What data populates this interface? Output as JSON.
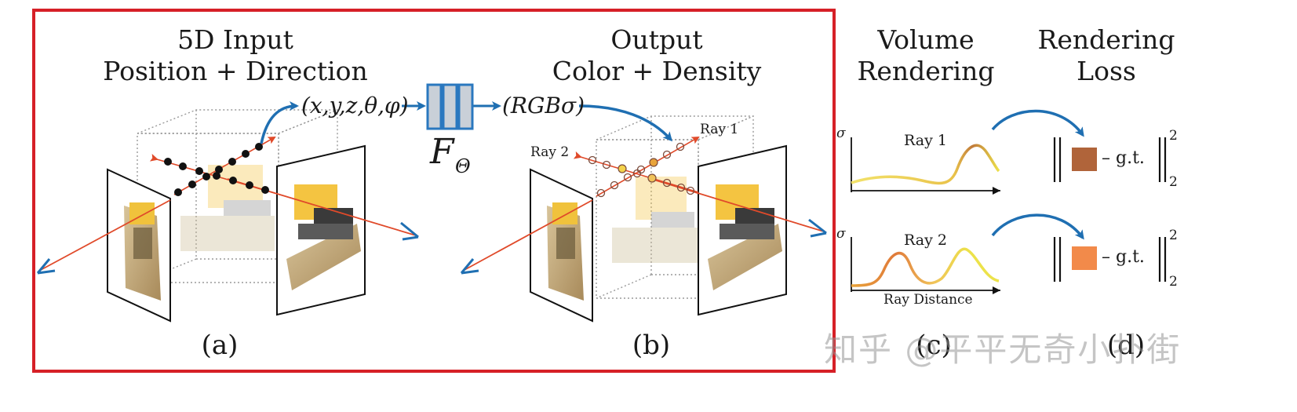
{
  "panel_a": {
    "title_line1": "5D Input",
    "title_line2": "Position + Direction",
    "label": "(a)",
    "input_tuple": "(x,y,z,θ,φ)"
  },
  "network": {
    "symbol": "F",
    "subscript": "Θ"
  },
  "panel_b": {
    "title_line1": "Output",
    "title_line2": "Color + Density",
    "label": "(b)",
    "output_tuple": "(RGBσ)",
    "ray1": "Ray 1",
    "ray2": "Ray 2"
  },
  "panel_c": {
    "title_line1": "Volume",
    "title_line2": "Rendering",
    "label": "(c)",
    "axis_symbol": "σ",
    "plot1_label": "Ray 1",
    "plot2_label": "Ray 2",
    "xlabel": "Ray Distance"
  },
  "panel_d": {
    "title_line1": "Rendering",
    "title_line2": "Loss",
    "label": "(d)",
    "gt": "– g.t.",
    "sup": "2",
    "sub": "2",
    "color1": "#b0643a",
    "color2": "#f28a4a"
  },
  "watermark": "知乎 @平平无奇小扑街",
  "colors": {
    "frame": "#d62027",
    "arrow_blue": "#1f6fb2",
    "ray_red": "#e04a2a",
    "net_fill": "#c9d0d8",
    "net_stroke": "#2a78bf"
  }
}
